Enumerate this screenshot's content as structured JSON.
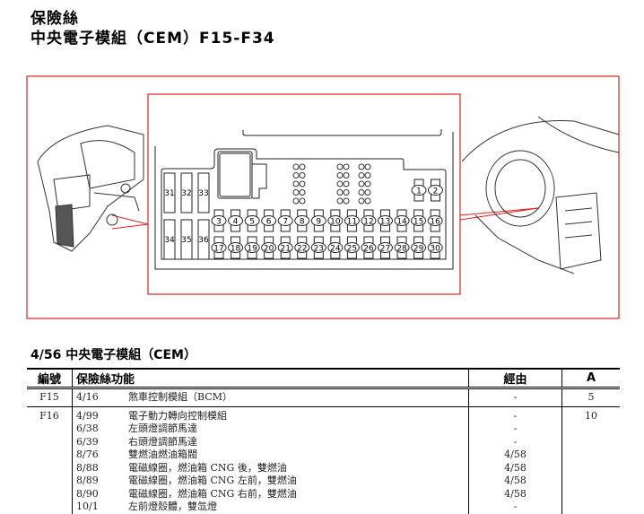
{
  "header": {
    "title": "保險絲",
    "subtitle": "中央電子模組（CEM）F15-F34"
  },
  "diagram": {
    "fuses_small_top": [
      "1",
      "2"
    ],
    "fuses_row1": [
      "3",
      "4",
      "5",
      "6",
      "7",
      "8",
      "9",
      "10",
      "11",
      "12",
      "13",
      "14",
      "15",
      "16"
    ],
    "fuses_row2": [
      "17",
      "18",
      "19",
      "20",
      "21",
      "22",
      "23",
      "24",
      "25",
      "26",
      "27",
      "28",
      "29",
      "30"
    ],
    "fuses_large": [
      "31",
      "32",
      "33",
      "34",
      "35",
      "36"
    ],
    "frame_color": "#e02020"
  },
  "section_title": "4/56 中央電子模組（CEM）",
  "table": {
    "headers": [
      "編號",
      "保險絲功能",
      "經由",
      "A"
    ],
    "rows": [
      {
        "fuse": "F15",
        "items": [
          {
            "code": "4/16",
            "func": "煞車控制模組（BCM）",
            "via": "-"
          }
        ],
        "amp": "5"
      },
      {
        "fuse": "F16",
        "items": [
          {
            "code": "4/99",
            "func": "電子動力轉向控制模組",
            "via": "-"
          },
          {
            "code": "6/38",
            "func": "左頭燈調節馬達",
            "via": "-"
          },
          {
            "code": "6/39",
            "func": "右頭燈調節馬達",
            "via": "-"
          },
          {
            "code": "8/76",
            "func": "雙燃油燃油箱閥",
            "via": "4/58"
          },
          {
            "code": "8/88",
            "func": "電磁線圈，燃油箱 CNG 後，雙燃油",
            "via": "4/58"
          },
          {
            "code": "8/89",
            "func": "電磁線圈，燃油箱 CNG 左前，雙燃油",
            "via": "4/58"
          },
          {
            "code": "8/90",
            "func": "電磁線圈，燃油箱 CNG 右前，雙燃油",
            "via": "4/58"
          },
          {
            "code": "10/1",
            "func": "左前燈殼體，雙氙燈",
            "via": "-"
          }
        ],
        "amp": "10"
      }
    ]
  }
}
